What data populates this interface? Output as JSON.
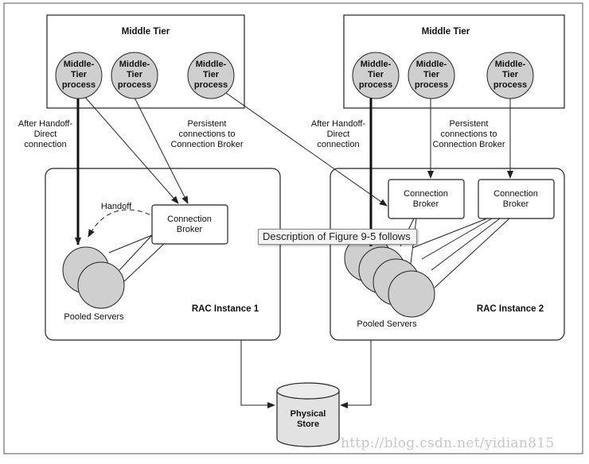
{
  "figure": {
    "middle_tier_left": {
      "title": "Middle Tier",
      "processes": [
        "Middle-\nTier\nprocess",
        "Middle-\nTier\nprocess",
        "Middle-\nTier\nprocess"
      ]
    },
    "middle_tier_right": {
      "title": "Middle Tier",
      "processes": [
        "Middle-\nTier\nprocess",
        "Middle-\nTier\nprocess",
        "Middle-\nTier\nprocess"
      ]
    },
    "labels": {
      "after_handoff_left": "After Handoff-\nDirect\nconnection",
      "persistent_left": "Persistent\nconnections to\nConnection Broker",
      "after_handoff_right": "After Handoff-\nDirect\nconnection",
      "persistent_right": "Persistent\nconnections to\nConnection Broker",
      "handoff": "Handoff"
    },
    "rac1": {
      "title": "RAC Instance 1",
      "broker": "Connection\nBroker",
      "pooled": "Pooled Servers"
    },
    "rac2": {
      "title": "RAC Instance 2",
      "broker_left": "Connection\nBroker",
      "broker_right": "Connection\nBroker",
      "pooled": "Pooled Servers"
    },
    "store": "Physical\nStore"
  },
  "tooltip": "Description of Figure 9-5 follows",
  "watermark": "http://blog.csdn.net/yidian815"
}
